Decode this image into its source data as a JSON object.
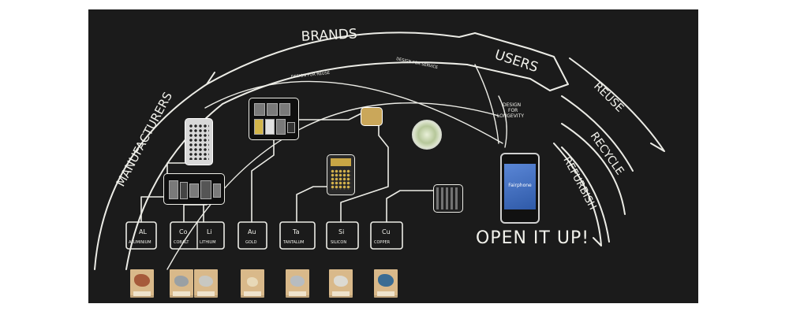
{
  "board": {
    "stages": {
      "manufacturers": "MANUFACTURERS",
      "brands": "BRANDS",
      "users": "USERS",
      "reuse": "REUSE",
      "recycle": "RECYCLE",
      "refurbish": "REFURBISH"
    },
    "annotations": {
      "design_for_reuse": "DESIGN FOR REUSE",
      "design_for_service": "DESIGN FOR SERVICE",
      "design_for_longevity_1": "DESIGN",
      "design_for_longevity_2": "FOR",
      "design_for_longevity_3": "LONGEVITY"
    },
    "elements": [
      {
        "symbol": "AL",
        "name": "ALUMINIUM"
      },
      {
        "symbol": "Co",
        "name": "COBALT"
      },
      {
        "symbol": "Li",
        "name": "LITHIUM"
      },
      {
        "symbol": "Au",
        "name": "GOLD"
      },
      {
        "symbol": "Ta",
        "name": "TANTALUM"
      },
      {
        "symbol": "Si",
        "name": "SILICON"
      },
      {
        "symbol": "Cu",
        "name": "COPPER"
      }
    ],
    "phone_brand": "Fairphone",
    "callout": "OPEN IT UP!",
    "colors": {
      "chalkboard": "#1b1b1b",
      "chalk": "#ecece6",
      "wood_block": "#d9b98a",
      "phone_screen": "#3d6cc0"
    }
  }
}
